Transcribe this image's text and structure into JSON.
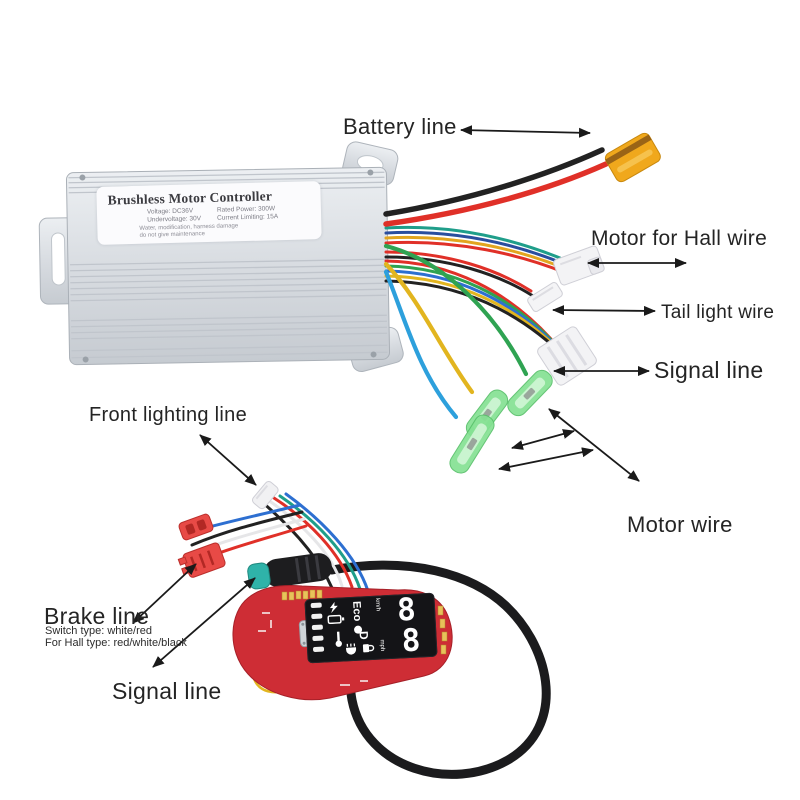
{
  "labels": {
    "battery": "Battery line",
    "hall": "Motor for Hall wire",
    "tail_light": "Tail light wire",
    "signal_right": "Signal line",
    "front_lighting": "Front lighting line",
    "motor": "Motor wire",
    "brake": "Brake line",
    "brake_note1": "Switch type: white/red",
    "brake_note2": "For Hall type: red/white/black",
    "signal_bottom": "Signal line"
  },
  "controller": {
    "title": "Brushless Motor Controller",
    "spec_voltage": "Voltage: DC36V",
    "spec_rated_power": "Rated Power: 300W",
    "spec_undervoltage": "Undervoltage: 30V",
    "spec_current_limiting": "Current Limiting: 15A",
    "warning1": "Water, modification, harness damage",
    "warning2": "do not give maintenance"
  },
  "display": {
    "digit_top": "8",
    "digit_bottom": "8",
    "mode_eco": "Eco",
    "mode_d": "D",
    "unit_top": "km/h",
    "unit_bottom": "mph"
  },
  "colors": {
    "arrow": "#1a1a1a",
    "controller_silver": "#d8dce0",
    "xt60_yellow": "#f0a81c",
    "fuse_green": "#85e193",
    "pcb_red": "#ce2d35",
    "display_black": "#141417",
    "connector_teal": "#2fb3a9",
    "wire_red": "#e03028",
    "wire_black": "#222222",
    "wire_blue": "#2d6fd1",
    "wire_light_blue": "#2da0dc",
    "wire_green": "#2fa352",
    "wire_teal": "#1f9e8a",
    "wire_yellow": "#e2b51f"
  }
}
